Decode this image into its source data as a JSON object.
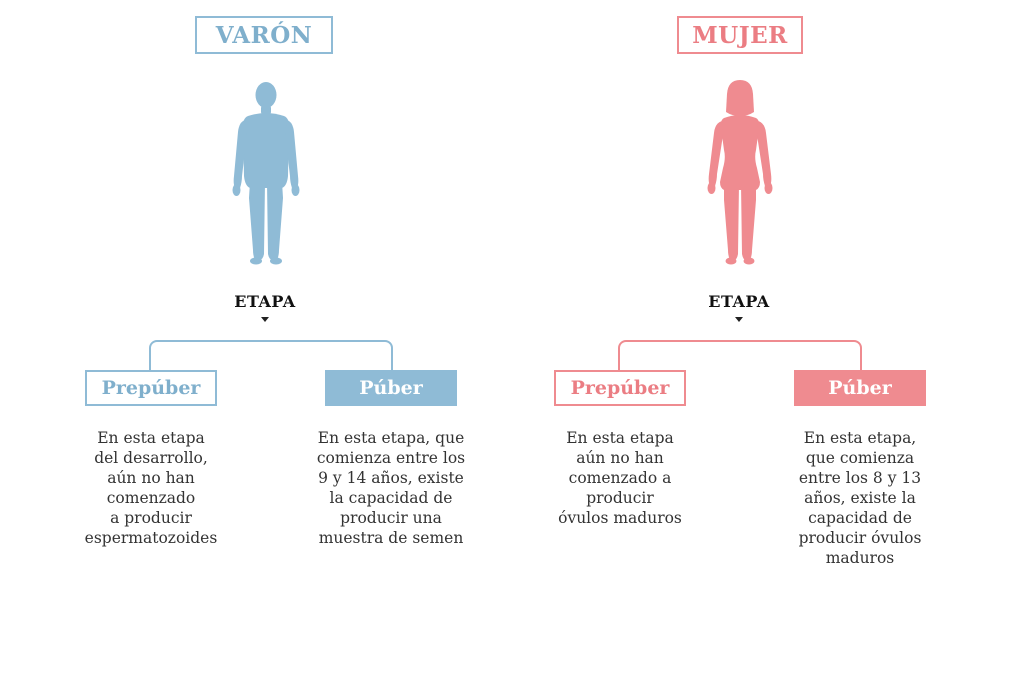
{
  "colors": {
    "male_accent": "#8fbbd6",
    "female_accent": "#ef8b90"
  },
  "male": {
    "title": "VARÓN",
    "figure_icon": "male-silhouette-icon",
    "etapa": "ETAPA",
    "stages": [
      {
        "label": "Prepúber",
        "description": "En esta etapa\ndel desarrollo,\naún no han\ncomenzado\na producir\nespermatozoides"
      },
      {
        "label": "Púber",
        "description": "En esta etapa, que\ncomienza entre los\n9 y 14 años, existe\nla capacidad de\nproducir una\nmuestra de semen"
      }
    ]
  },
  "female": {
    "title": "MUJER",
    "figure_icon": "female-silhouette-icon",
    "etapa": "ETAPA",
    "stages": [
      {
        "label": "Prepúber",
        "description": "En esta etapa\naún no han\ncomenzado a\nproducir\nóvulos maduros"
      },
      {
        "label": "Púber",
        "description": "En esta etapa,\nque comienza\nentre los 8 y 13\naños, existe la\ncapacidad de\nproducir óvulos\nmaduros"
      }
    ]
  }
}
